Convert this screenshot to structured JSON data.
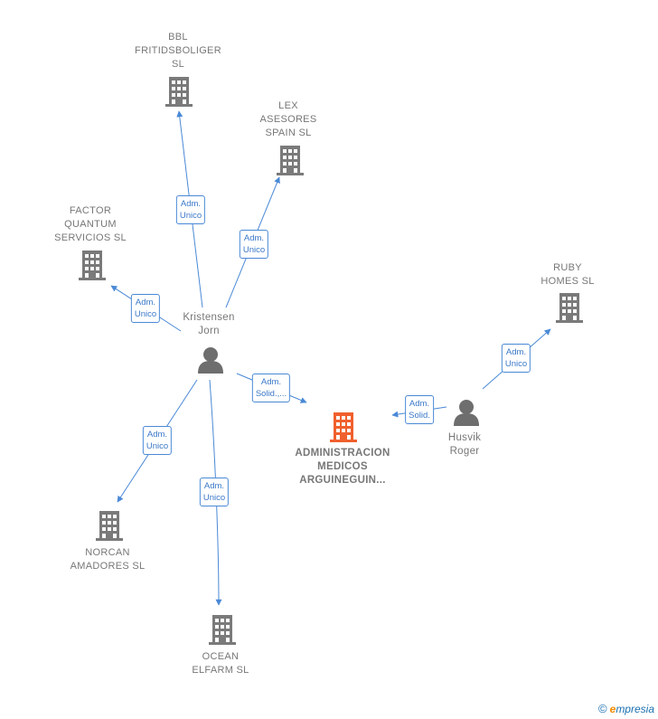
{
  "colors": {
    "edge": "#4a89d6",
    "building": "#7a7a7a",
    "building_main": "#f0602d",
    "person": "#6e6e6e"
  },
  "nodes": {
    "bbl": {
      "label": "BBL\nFRITIDSBOLIGER\nSL",
      "icon": "building-icon"
    },
    "lex": {
      "label": "LEX\nASESORES\nSPAIN  SL",
      "icon": "building-icon"
    },
    "factor": {
      "label": "FACTOR\nQUANTUM\nSERVICIOS SL",
      "icon": "building-icon"
    },
    "ruby": {
      "label": "RUBY\nHOMES  SL",
      "icon": "building-icon"
    },
    "kristensen": {
      "label": "Kristensen\nJorn",
      "icon": "person-icon"
    },
    "husvik": {
      "label": "Husvik\nRoger",
      "icon": "person-icon"
    },
    "admin": {
      "label": "ADMINISTRACION\nMEDICOS\nARGUINEGUIN...",
      "icon": "building-icon"
    },
    "norcan": {
      "label": "NORCAN\nAMADORES SL",
      "icon": "building-icon"
    },
    "ocean": {
      "label": "OCEAN\nELFARM  SL",
      "icon": "building-icon"
    }
  },
  "edges": {
    "k_bbl": "Adm.\nUnico",
    "k_lex": "Adm.\nUnico",
    "k_factor": "Adm.\nUnico",
    "k_admin": "Adm.\nSolid.,...",
    "k_norcan": "Adm.\nUnico",
    "k_ocean": "Adm.\nUnico",
    "h_admin": "Adm.\nSolid.",
    "h_ruby": "Adm.\nUnico"
  },
  "footer": {
    "copyright_symbol": "©",
    "brand_initial": "e",
    "brand_rest": "mpresia"
  }
}
